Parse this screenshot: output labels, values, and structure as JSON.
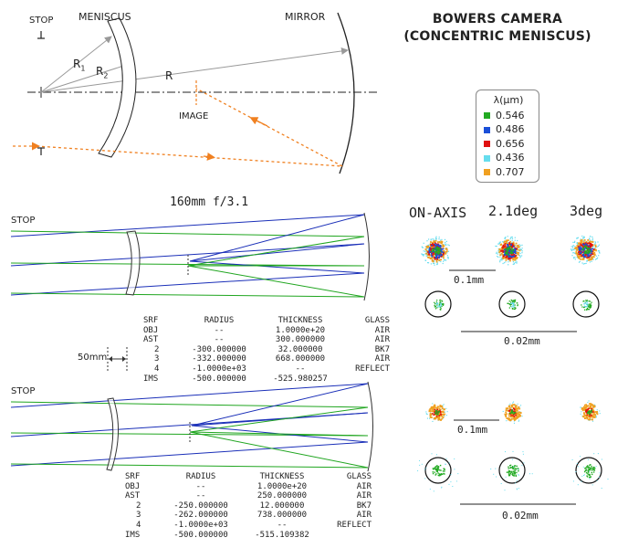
{
  "title": {
    "line1": "BOWERS CAMERA",
    "line2": "(CONCENTRIC MENISCUS)"
  },
  "schematic": {
    "stop": "STOP",
    "meniscus": "MENISCUS",
    "mirror": "MIRROR",
    "r1": "R",
    "r1_sub": "1",
    "r2": "R",
    "r2_sub": "2",
    "r": "R",
    "image": "IMAGE"
  },
  "legend": {
    "header": "λ(μm)",
    "items": [
      {
        "label": "0.546",
        "color": "#22aa22"
      },
      {
        "label": "0.486",
        "color": "#1a4fd8"
      },
      {
        "label": "0.656",
        "color": "#e01010"
      },
      {
        "label": "0.436",
        "color": "#66ddee"
      },
      {
        "label": "0.707",
        "color": "#f0a020"
      }
    ]
  },
  "design_label": "160mm f/3.1",
  "stop_upper": "STOP",
  "stop_lower": "STOP",
  "offset_label": "50mm",
  "spot": {
    "col1": "ON-AXIS",
    "col2": "2.1deg",
    "col3": "3deg",
    "scale_upper": "0.1mm",
    "scale_mid": "0.02mm",
    "scale_lower": "0.1mm",
    "scale_bottom": "0.02mm"
  },
  "table1": {
    "headers": [
      "SRF",
      "RADIUS",
      "THICKNESS",
      "GLASS"
    ],
    "rows": [
      [
        "OBJ",
        "--",
        "1.0000e+20",
        "AIR"
      ],
      [
        "AST",
        "--",
        "300.000000",
        "AIR"
      ],
      [
        "2",
        "-300.000000",
        "32.000000",
        "BK7"
      ],
      [
        "3",
        "-332.000000",
        "668.000000",
        "AIR"
      ],
      [
        "4",
        "-1.0000e+03",
        "--",
        "REFLECT"
      ],
      [
        "IMS",
        "-500.000000",
        "-525.980257",
        ""
      ]
    ]
  },
  "table2": {
    "headers": [
      "SRF",
      "RADIUS",
      "THICKNESS",
      "GLASS"
    ],
    "rows": [
      [
        "OBJ",
        "--",
        "1.0000e+20",
        "AIR"
      ],
      [
        "AST",
        "--",
        "250.000000",
        "AIR"
      ],
      [
        "2",
        "-250.000000",
        "12.000000",
        "BK7"
      ],
      [
        "3",
        "-262.000000",
        "738.000000",
        "AIR"
      ],
      [
        "4",
        "-1.0000e+03",
        "--",
        "REFLECT"
      ],
      [
        "IMS",
        "-500.000000",
        "-515.109382",
        ""
      ]
    ]
  }
}
